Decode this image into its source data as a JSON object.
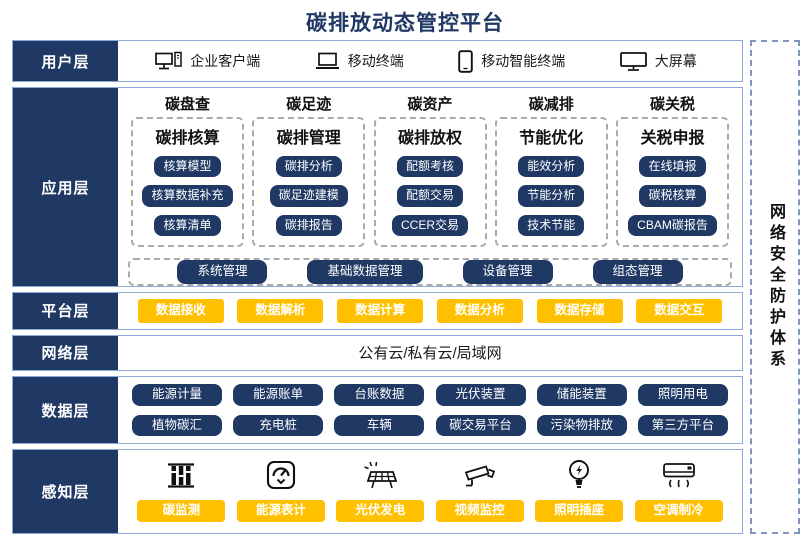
{
  "title": "碳排放动态管控平台",
  "security_sidebar": {
    "label": "网络安全防护体系"
  },
  "layers": {
    "user": {
      "label": "用户层",
      "items": [
        {
          "icon": "desktop-pc-icon",
          "label": "企业客户端"
        },
        {
          "icon": "laptop-icon",
          "label": "移动终端"
        },
        {
          "icon": "tablet-icon",
          "label": "移动智能终端"
        },
        {
          "icon": "big-screen-icon",
          "label": "大屏幕"
        }
      ]
    },
    "application": {
      "label": "应用层",
      "columns": [
        {
          "header": "碳盘查",
          "subtitle": "碳排核算",
          "items": [
            "核算模型",
            "核算数据补充",
            "核算清单"
          ]
        },
        {
          "header": "碳足迹",
          "subtitle": "碳排管理",
          "items": [
            "碳排分析",
            "碳足迹建模",
            "碳排报告"
          ]
        },
        {
          "header": "碳资产",
          "subtitle": "碳排放权",
          "items": [
            "配额考核",
            "配额交易",
            "CCER交易"
          ]
        },
        {
          "header": "碳减排",
          "subtitle": "节能优化",
          "items": [
            "能效分析",
            "节能分析",
            "技术节能"
          ]
        },
        {
          "header": "碳关税",
          "subtitle": "关税申报",
          "items": [
            "在线填报",
            "碳税核算",
            "CBAM碳报告"
          ]
        }
      ],
      "common_modules": [
        "系统管理",
        "基础数据管理",
        "设备管理",
        "组态管理"
      ]
    },
    "platform": {
      "label": "平台层",
      "items": [
        "数据接收",
        "数据解析",
        "数据计算",
        "数据分析",
        "数据存储",
        "数据交互"
      ]
    },
    "network": {
      "label": "网络层",
      "text": "公有云/私有云/局域网"
    },
    "data": {
      "label": "数据层",
      "rows": [
        [
          "能源计量",
          "能源账单",
          "台账数据",
          "光伏装置",
          "储能装置",
          "照明用电"
        ],
        [
          "植物碳汇",
          "充电桩",
          "车辆",
          "碳交易平台",
          "污染物排放",
          "第三方平台"
        ]
      ]
    },
    "perception": {
      "label": "感知层",
      "items": [
        {
          "icon": "chimney-icon",
          "label": "碳监测"
        },
        {
          "icon": "meter-icon",
          "label": "能源表计"
        },
        {
          "icon": "solar-panel-icon",
          "label": "光伏发电"
        },
        {
          "icon": "cctv-camera-icon",
          "label": "视频监控"
        },
        {
          "icon": "light-bulb-icon",
          "label": "照明插座"
        },
        {
          "icon": "air-conditioner-icon",
          "label": "空调制冷"
        }
      ]
    }
  },
  "colors": {
    "navy": "#1F3864",
    "amber": "#FFC000",
    "row_border": "#8EAADB"
  }
}
